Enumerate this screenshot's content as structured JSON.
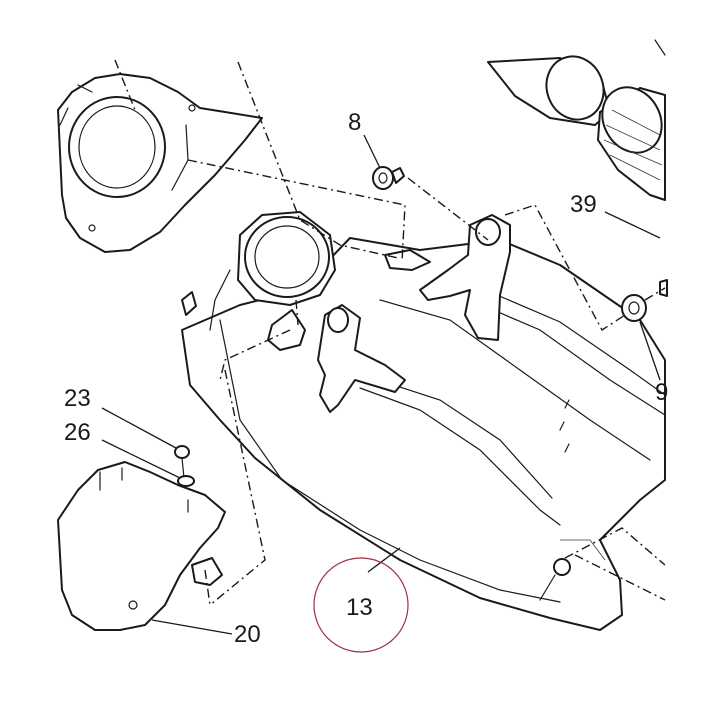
{
  "diagram": {
    "highlight_color": "#a03040",
    "line_color": "#1a1a1a",
    "callouts": {
      "c8": "8",
      "c39": "39",
      "c23": "23",
      "c26": "26",
      "c20": "20",
      "c13": "13",
      "c9_partial": "9"
    }
  }
}
